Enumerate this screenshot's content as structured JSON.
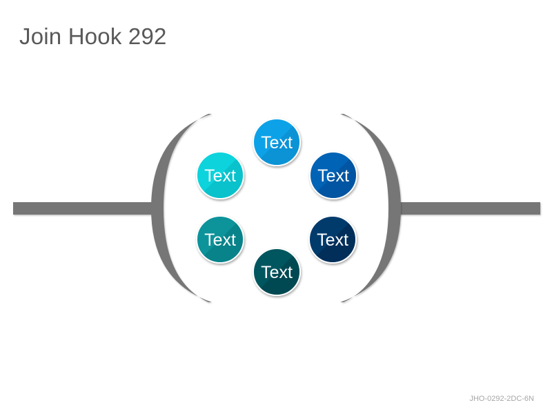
{
  "title": "Join Hook 292",
  "footer_code": "JHO-0292-2DC-6N",
  "colors": {
    "connector": "#767676",
    "label": "#ffffff"
  },
  "nodes": [
    {
      "label": "Text",
      "color": "#10a2e8",
      "shade": "#0b86c7"
    },
    {
      "label": "Text",
      "color": "#0563b5",
      "shade": "#044b92"
    },
    {
      "label": "Text",
      "color": "#063a6c",
      "shade": "#04264d"
    },
    {
      "label": "Text",
      "color": "#02565f",
      "shade": "#013f47"
    },
    {
      "label": "Text",
      "color": "#08939a",
      "shade": "#06767d"
    },
    {
      "label": "Text",
      "color": "#0ad3dc",
      "shade": "#07b4bd"
    }
  ]
}
